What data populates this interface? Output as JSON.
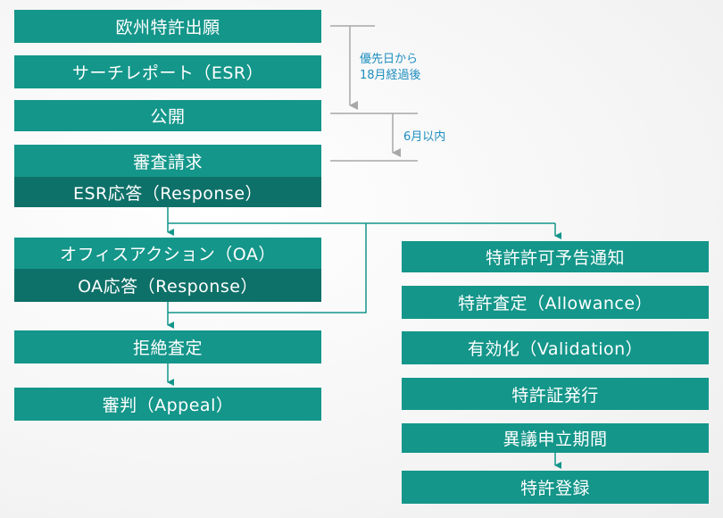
{
  "left_flow": {
    "filing": "欧州特許出願",
    "search_report": "サーチレポート（ESR）",
    "publication": "公開",
    "exam_request": "審査請求",
    "esr_response": "ESR応答（Response）",
    "office_action": "オフィスアクション（OA）",
    "oa_response": "OA応答（Response）",
    "rejection": "拒絶査定",
    "appeal": "審判（Appeal）"
  },
  "right_flow": {
    "intention_to_grant": "特許許可予告通知",
    "allowance": "特許査定（Allowance）",
    "validation": "有効化（Validation）",
    "certificate": "特許証発行",
    "opposition": "異議申立期間",
    "registration": "特許登録"
  },
  "annotations": {
    "priority_line1": "優先日から",
    "priority_line2": "18月経過後",
    "six_months": "6月以内"
  },
  "colors": {
    "box": "#14968a",
    "box_dark": "#0e7169",
    "connector": "#14968a",
    "timeline": "#a8a8a8",
    "annotation_text": "#1d8ec0"
  }
}
